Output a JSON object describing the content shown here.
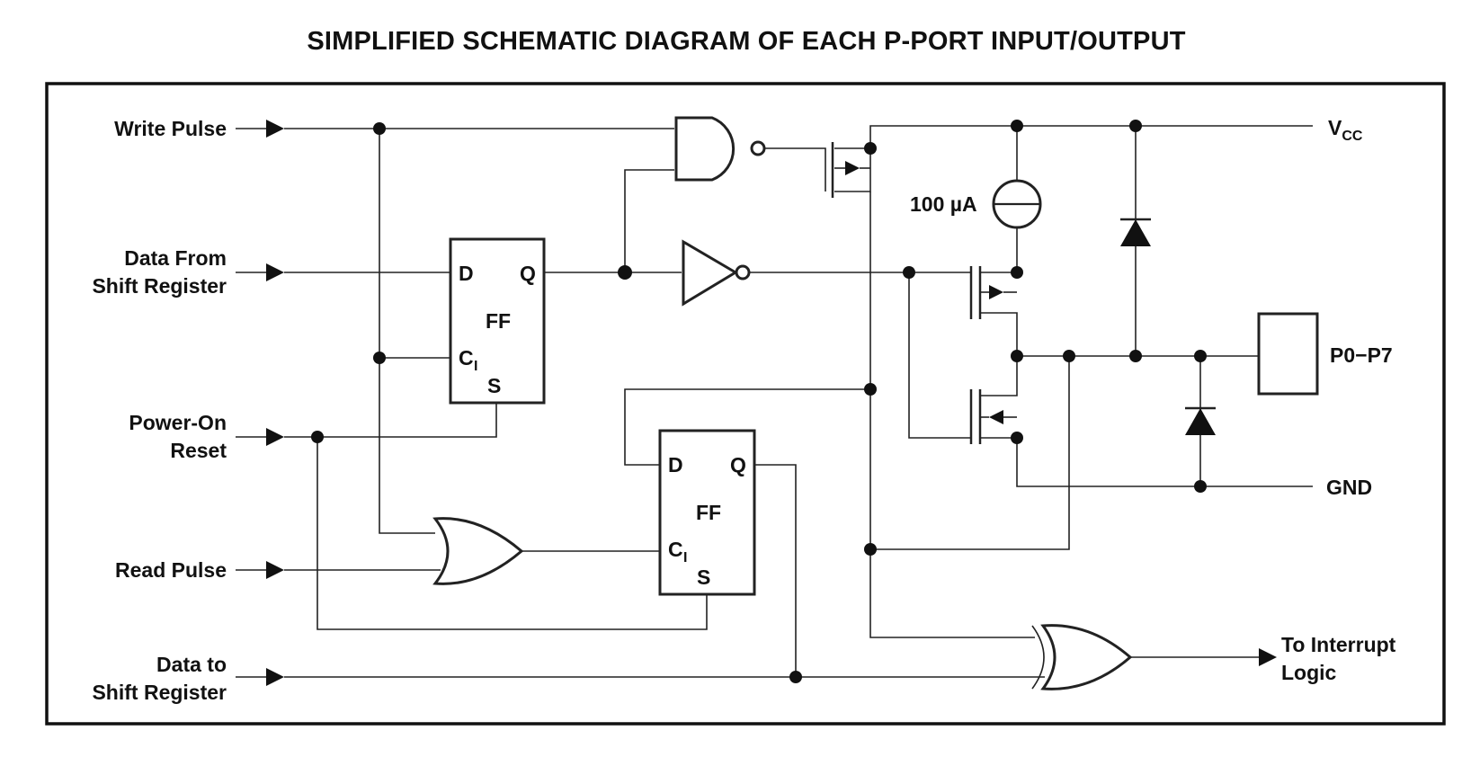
{
  "title": "SIMPLIFIED SCHEMATIC DIAGRAM OF EACH P-PORT INPUT/OUTPUT",
  "inputs": {
    "write_pulse": "Write Pulse",
    "data_from_1": "Data From",
    "data_from_2": "Shift Register",
    "power_on_1": "Power-On",
    "power_on_2": "Reset",
    "read_pulse": "Read Pulse",
    "data_to_1": "Data to",
    "data_to_2": "Shift Register"
  },
  "flipflops": {
    "d": "D",
    "q": "Q",
    "ff": "FF",
    "c": "C",
    "c_sub": "I",
    "s": "S"
  },
  "current_source": "100 µA",
  "outputs": {
    "vcc_v": "V",
    "vcc_sub": "CC",
    "port": "P0−P7",
    "gnd": "GND",
    "interrupt_1": "To Interrupt",
    "interrupt_2": "Logic"
  }
}
